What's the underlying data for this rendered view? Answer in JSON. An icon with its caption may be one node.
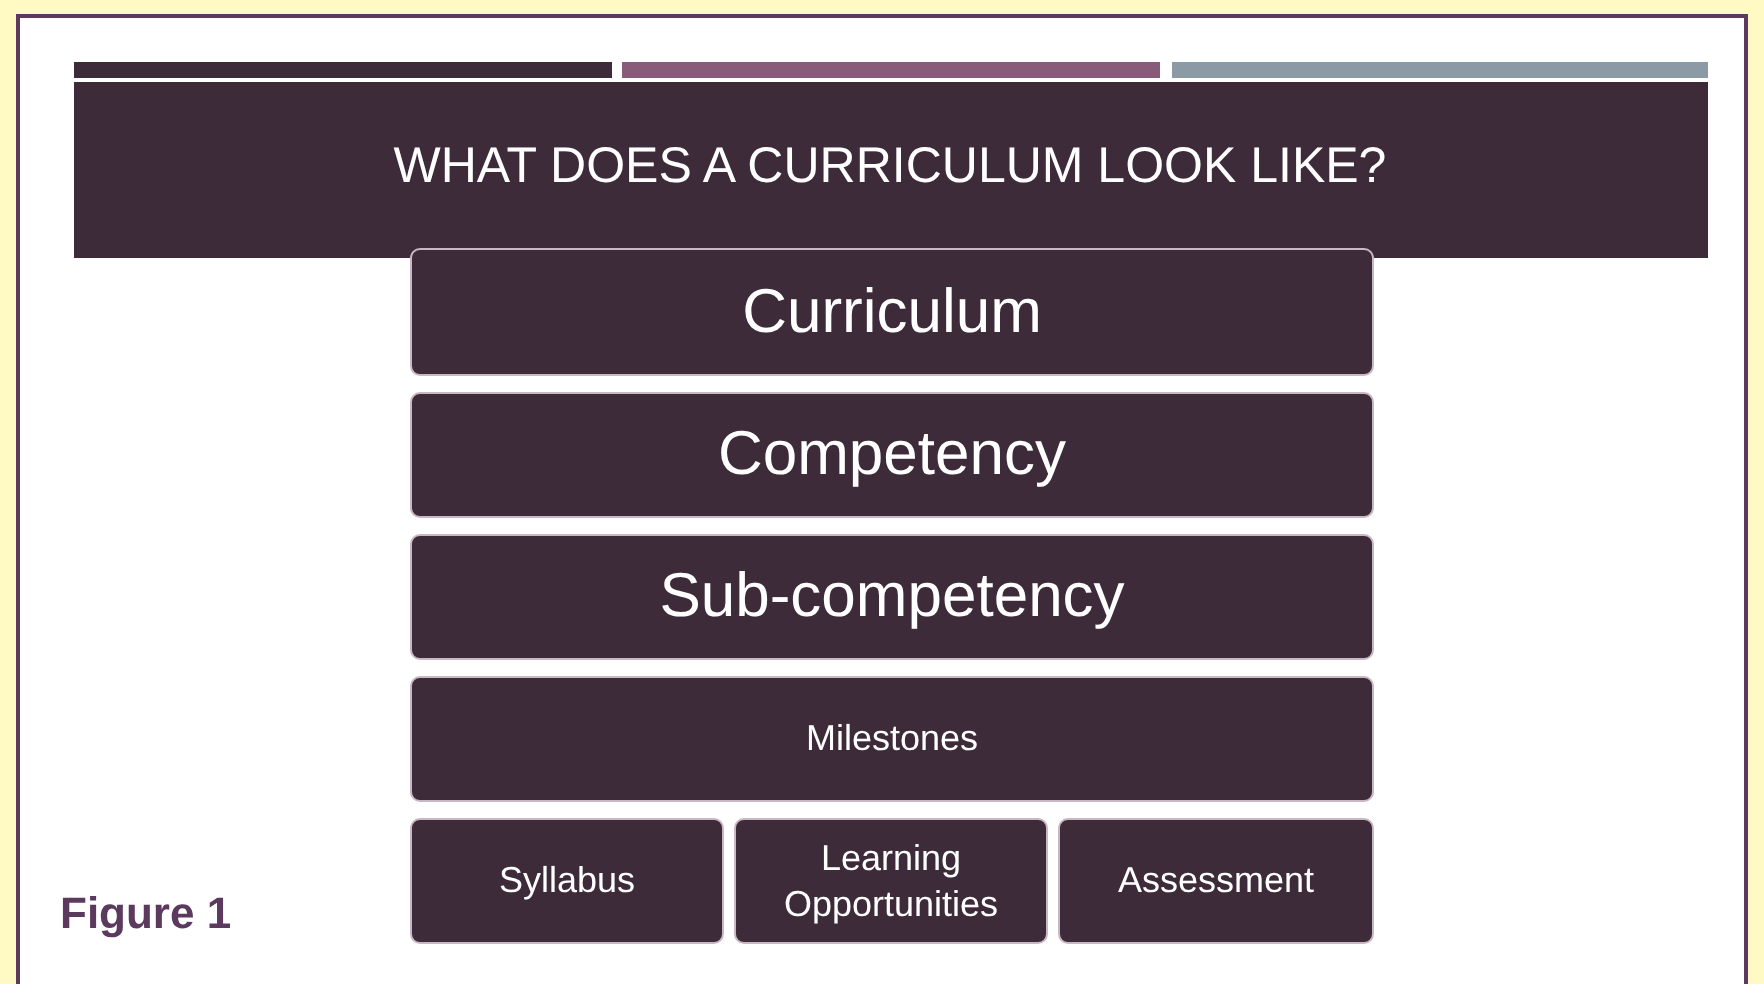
{
  "diagram": {
    "title": "WHAT DOES A CURRICULUM LOOK LIKE?",
    "caption": "Figure 1",
    "nodes": [
      {
        "text": [
          "Curriculum"
        ]
      },
      {
        "text": [
          "Competency"
        ]
      },
      {
        "text": [
          "Sub-competency"
        ]
      },
      {
        "text": [
          "Milestones"
        ]
      },
      {
        "text": [
          "Syllabus"
        ]
      },
      {
        "text": [
          "Learning Opportunities"
        ]
      },
      {
        "text": [
          "Assessment"
        ]
      }
    ]
  }
}
